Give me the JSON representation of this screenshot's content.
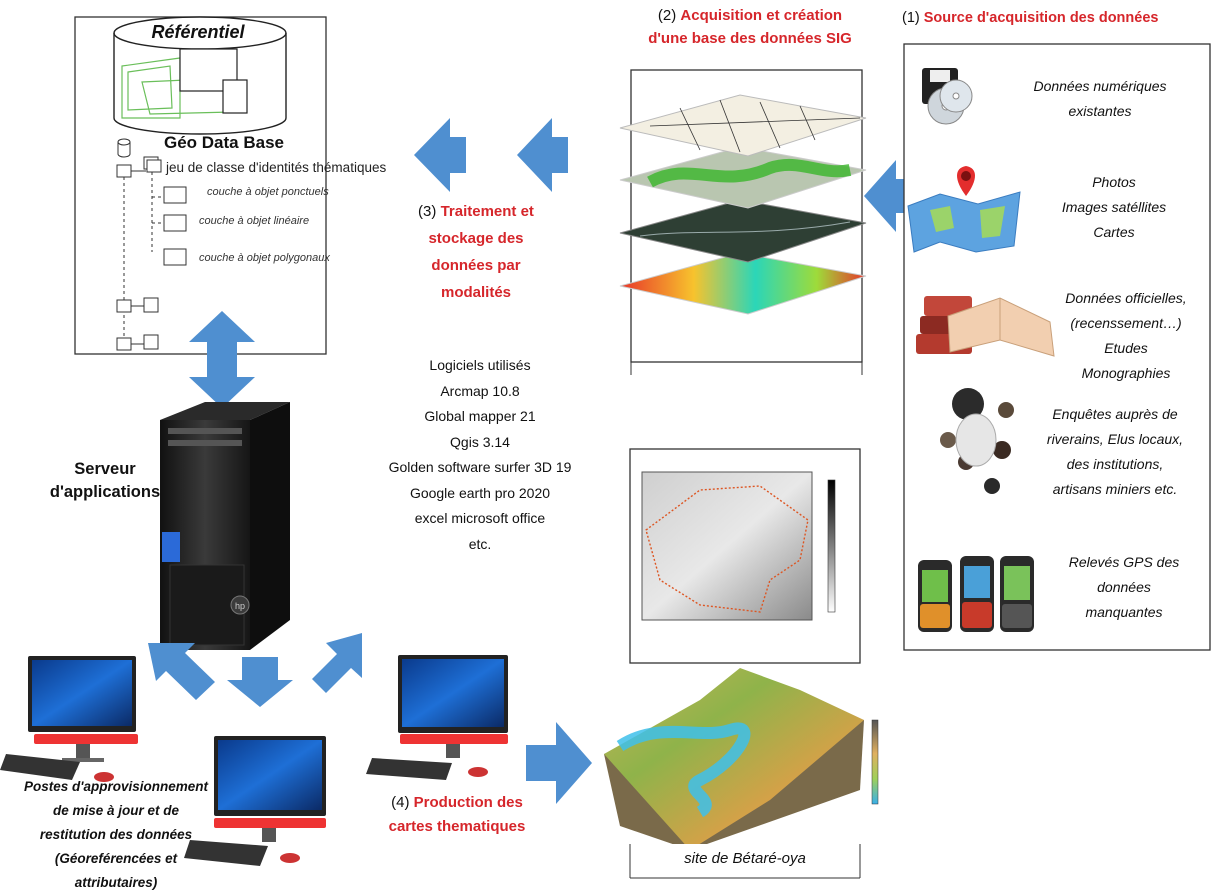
{
  "referentiel": {
    "title": "Référentiel",
    "geodatabase": "Géo Data Base",
    "feature_dataset": "jeu de classe d'identités thématiques",
    "layers": [
      "couche à objet ponctuels",
      "couche à objet linéaire",
      "couche à objet polygonaux"
    ]
  },
  "server_label": [
    "Serveur",
    "d'applications"
  ],
  "workstations_label": [
    "Postes d'approvisionnement",
    "de mise à jour et de",
    "restitution des données",
    "(Géoreférencées et",
    "attributaires)"
  ],
  "software": {
    "heading": "Logiciels utilisés",
    "items": [
      "Arcmap 10.8",
      "Global mapper 21",
      "Qgis 3.14",
      "Golden software surfer 3D 19",
      "Google earth pro 2020",
      "excel microsoft office",
      "etc."
    ]
  },
  "step1": {
    "num": "(1)",
    "label": "Source d'acquisition des données"
  },
  "step2": {
    "num": "(2)",
    "label_line1": "Acquisition et création",
    "label_line2": "d'une base des données SIG"
  },
  "step3": {
    "num": "(3)",
    "lines": [
      "Traitement et",
      "stockage des",
      "données par",
      "modalités"
    ]
  },
  "step4": {
    "num": "(4)",
    "lines": [
      "Production des",
      "cartes thematiques"
    ]
  },
  "sources": [
    [
      "Données numériques",
      "existantes"
    ],
    [
      "Photos",
      "Images satéllites",
      "Cartes"
    ],
    [
      "Données officielles,",
      "(recenssement…)",
      "Etudes",
      "Monographies"
    ],
    [
      "Enquêtes auprès de",
      "riverains, Elus locaux,",
      "des institutions,",
      "artisans miniers  etc."
    ],
    [
      "Relevés GPS des",
      "données",
      "manquantes"
    ]
  ],
  "site_caption": "site de Bétaré-oya",
  "colors": {
    "accent_red": "#d6262b",
    "arrow_blue": "#4f8fd0"
  }
}
